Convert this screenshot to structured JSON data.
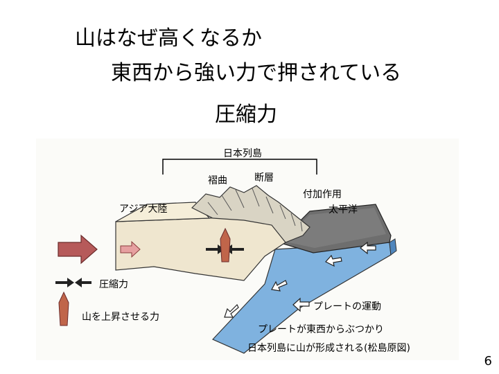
{
  "title": {
    "line1": "山はなぜ高くなるか",
    "line2": "東西から強い力で押されている",
    "line3": "圧縮力"
  },
  "diagram": {
    "labels": {
      "japan_islands": "日本列島",
      "folding": "褶曲",
      "fault": "断層",
      "accretion": "付加作用",
      "asia_continent": "アジア大陸",
      "pacific": "太平洋"
    },
    "legend": {
      "compression": "圧縮力",
      "uplift": "山を上昇させる力",
      "plate_motion": "プレートの運動"
    },
    "caption": {
      "line1": "プレートが東西からぶつかり",
      "line2": "日本列島に山が形成される(松島原図)"
    },
    "colors": {
      "continent": "#efe6cf",
      "plate": "#7fb2df",
      "ocean_block": "#6e6e6e",
      "arrow_red": "#b65a5a",
      "uplift_arrow": "#c0654a"
    }
  },
  "page_number": "6"
}
